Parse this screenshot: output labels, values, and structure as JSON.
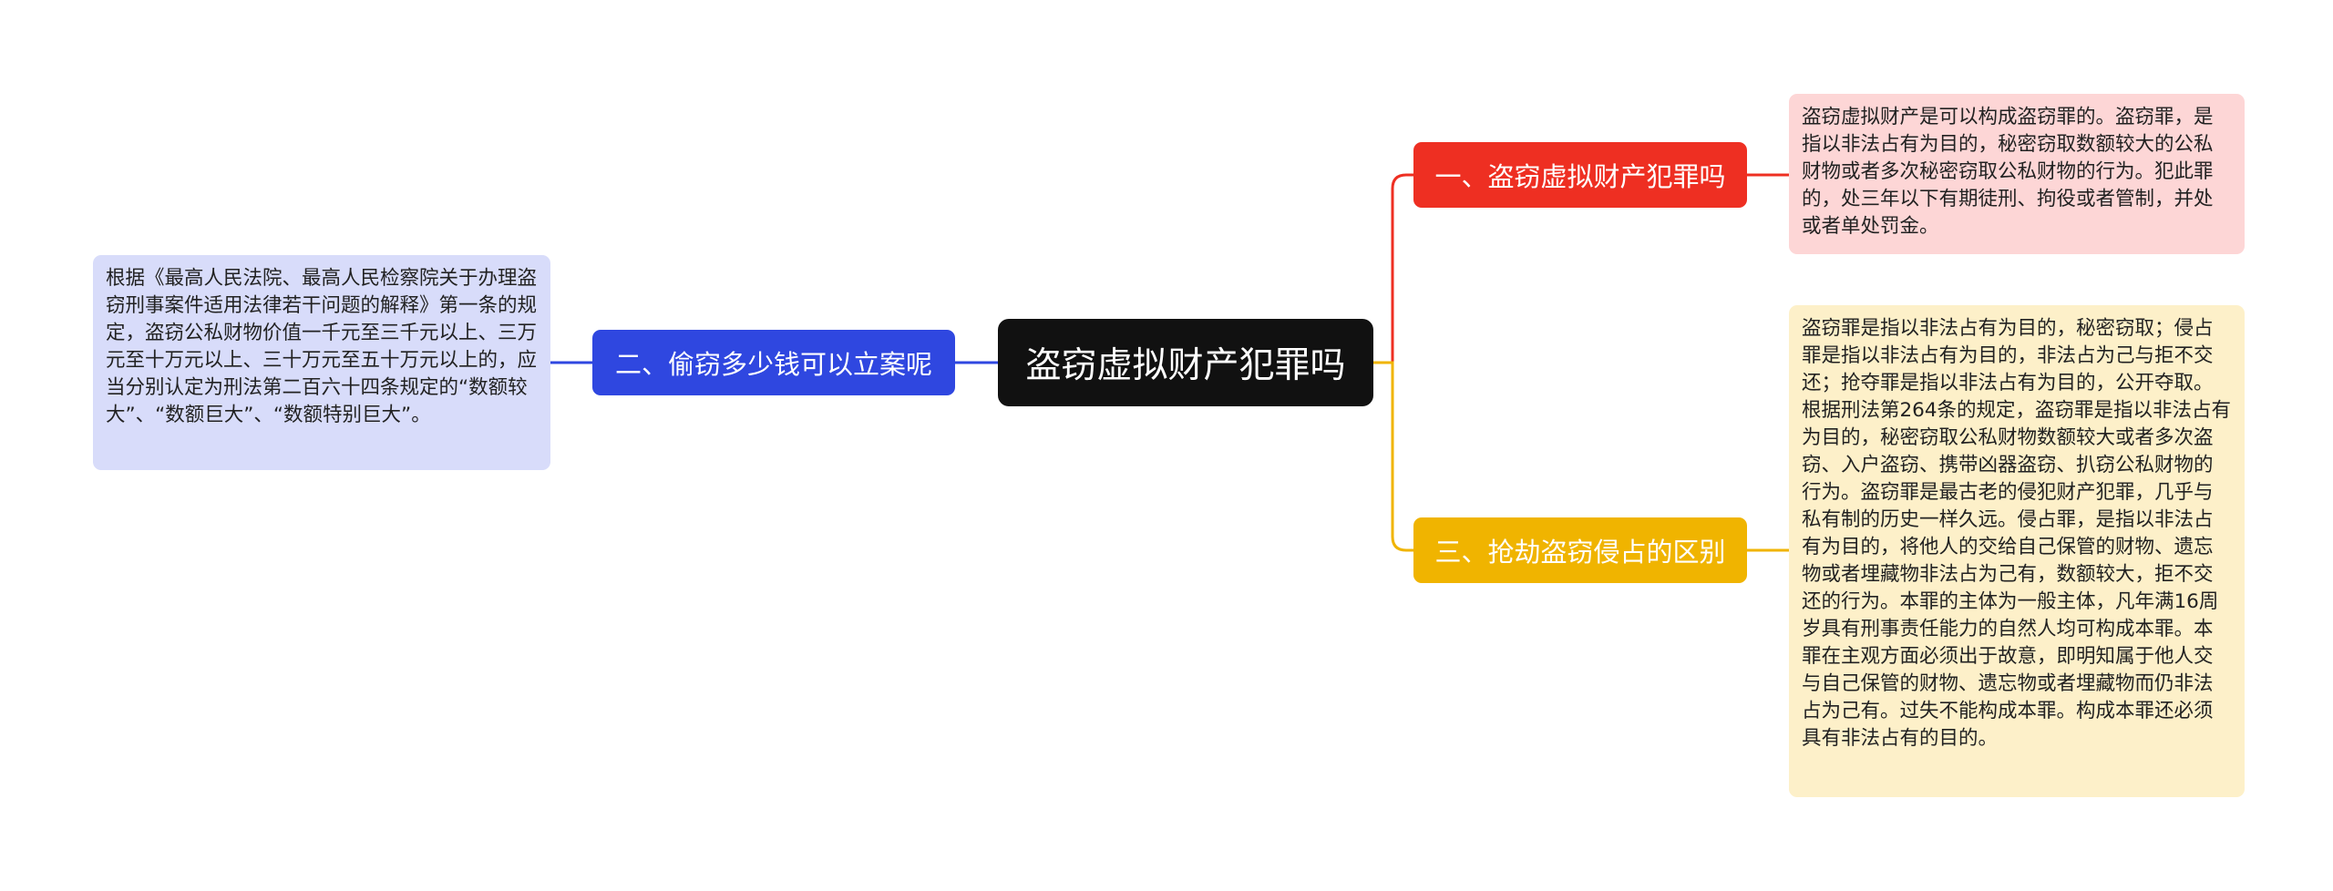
{
  "root": {
    "label": "盗窃虚拟财产犯罪吗"
  },
  "branches": [
    {
      "label": "一、盗窃虚拟财产犯罪吗",
      "color": "#ee2f22",
      "detail": "盗窃虚拟财产是可以构成盗窃罪的。盗窃罪，是指以非法占有为目的，秘密窃取数额较大的公私财物或者多次秘密窃取公私财物的行为。犯此罪的，处三年以下有期徒刑、拘役或者管制，并处或者单处罚金。",
      "detail_color": "#fdd6d6"
    },
    {
      "label": "二、偷窃多少钱可以立案呢",
      "color": "#2f47e0",
      "detail": "根据《最高人民法院、最高人民检察院关于办理盗窃刑事案件适用法律若干问题的解释》第一条的规定，盗窃公私财物价值一千元至三千元以上、三万元至十万元以上、三十万元至五十万元以上的，应当分别认定为刑法第二百六十四条规定的“数额较大”、“数额巨大”、“数额特别巨大”。",
      "detail_color": "#d8dcfa"
    },
    {
      "label": "三、抢劫盗窃侵占的区别",
      "color": "#f0b400",
      "detail": "盗窃罪是指以非法占有为目的，秘密窃取；侵占罪是指以非法占有为目的，非法占为己与拒不交还；抢夺罪是指以非法占有为目的，公开夺取。根据刑法第264条的规定，盗窃罪是指以非法占有为目的，秘密窃取公私财物数额较大或者多次盗窃、入户盗窃、携带凶器盗窃、扒窃公私财物的行为。盗窃罪是最古老的侵犯财产犯罪，几乎与私有制的历史一样久远。侵占罪，是指以非法占有为目的，将他人的交给自己保管的财物、遗忘物或者埋藏物非法占为己有，数额较大，拒不交还的行为。本罪的主体为一般主体，凡年满16周岁具有刑事责任能力的自然人均可构成本罪。本罪在主观方面必须出于故意，即明知属于他人交与自己保管的财物、遗忘物或者埋藏物而仍非法占为己有。过失不能构成本罪。构成本罪还必须具有非法占有的目的。",
      "detail_color": "#fdf0c9"
    }
  ]
}
